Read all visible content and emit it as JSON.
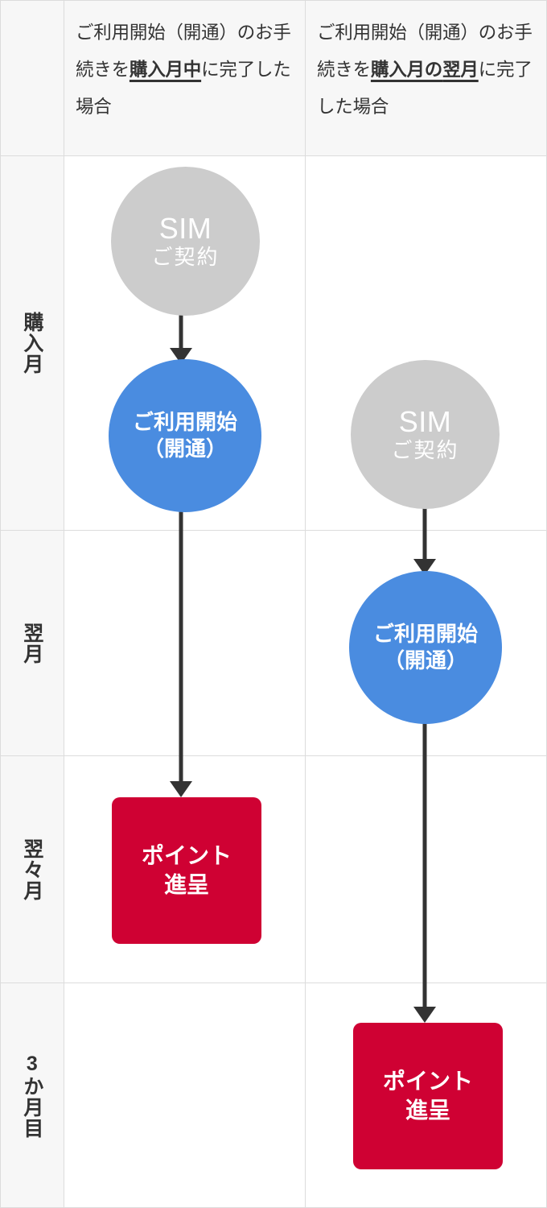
{
  "diagram": {
    "title": "point-grant-timing-flow",
    "colors": {
      "gray_node": "#cccccc",
      "blue_node": "#4a8ce0",
      "red_node": "#cf0133",
      "connector": "#333333",
      "grid": "#dcdcdc",
      "header_bg": "#f7f7f7"
    },
    "header": {
      "corner_label": "",
      "columns": [
        {
          "id": "same-month",
          "line1": "ご利用開始（開通）の",
          "line2_plain": "お手続きを",
          "line2_emphasis": "購入月中",
          "line3": "に完了した場合"
        },
        {
          "id": "next-month",
          "line1": "ご利用開始（開通）の",
          "line2_plain": "お手続きを",
          "line2_emphasis": "購入月の",
          "line3_emphasis": "翌月",
          "line3_plain": "に完了した場合"
        }
      ]
    },
    "rows": [
      {
        "id": "purchase-month",
        "label": "購入月"
      },
      {
        "id": "next-month",
        "label": "翌月"
      },
      {
        "id": "month-after-next",
        "label": "翌々月"
      },
      {
        "id": "third-month",
        "label": "3か月目"
      }
    ],
    "nodes": {
      "sim_contract": {
        "line1": "SIM",
        "line2": "ご契約"
      },
      "service_start": {
        "line1": "ご利用開始",
        "line2": "（開通）"
      },
      "point_grant": {
        "line1": "ポイント",
        "line2": "進呈"
      }
    },
    "columns": [
      {
        "id": "column-same-month",
        "steps": [
          {
            "row": "purchase-month",
            "node": "sim-contract-node",
            "type": "gray-circle"
          },
          {
            "row": "purchase-month",
            "node": "service-start-node",
            "type": "blue-circle"
          },
          {
            "row": "month-after-next",
            "node": "point-grant-node",
            "type": "red-box"
          }
        ]
      },
      {
        "id": "column-next-month",
        "steps": [
          {
            "row": "purchase-month",
            "node": "sim-contract-node",
            "type": "gray-circle"
          },
          {
            "row": "next-month",
            "node": "service-start-node",
            "type": "blue-circle"
          },
          {
            "row": "third-month",
            "node": "point-grant-node",
            "type": "red-box"
          }
        ]
      }
    ]
  }
}
